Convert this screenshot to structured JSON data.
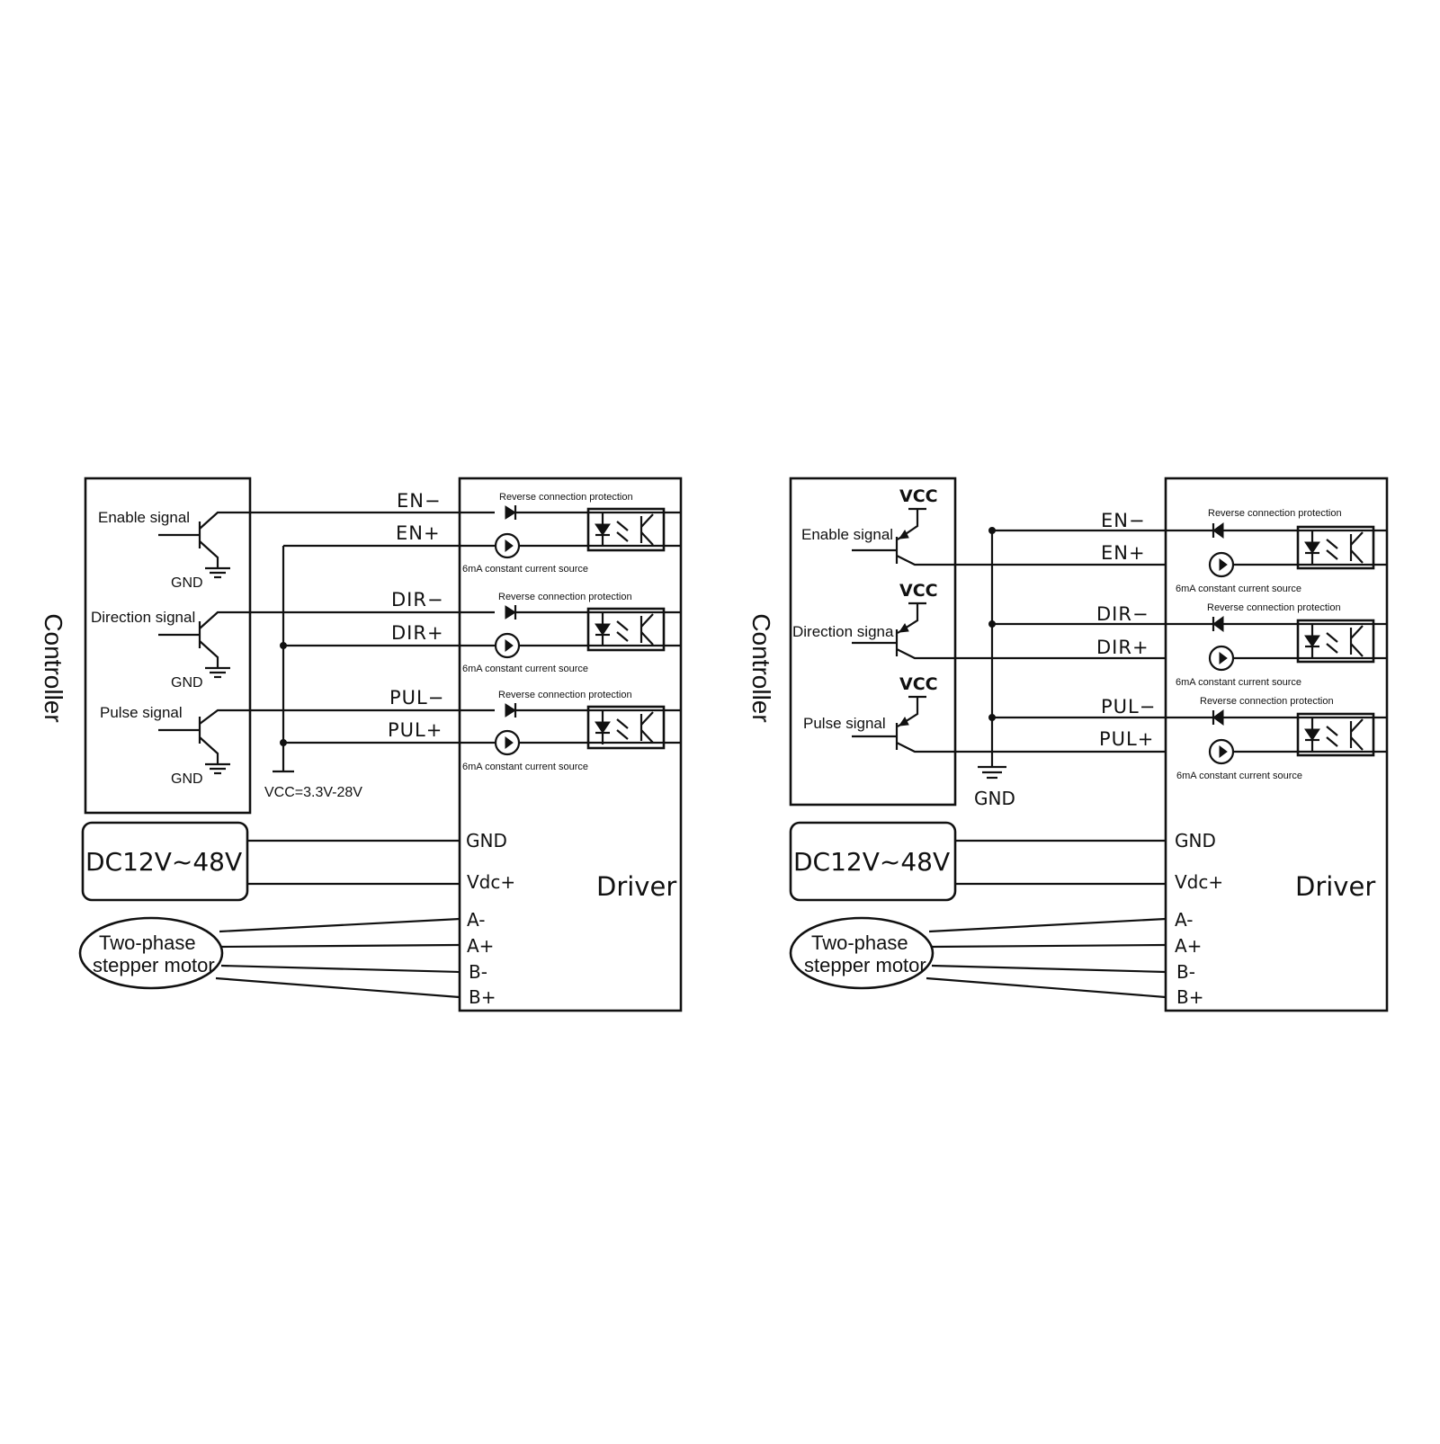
{
  "diagrams": [
    {
      "controller_label": "Controller",
      "signals": [
        {
          "name": "Enable signal",
          "minus": "EN−",
          "plus": "EN+",
          "gnd": "GND",
          "reverse": "Reverse connection protection",
          "current": "6mA constant current source"
        },
        {
          "name": "Direction signal",
          "minus": "DIR−",
          "plus": "DIR+",
          "gnd": "GND",
          "reverse": "Reverse connection protection",
          "current": "6mA constant current source"
        },
        {
          "name": "Pulse signal",
          "minus": "PUL−",
          "plus": "PUL+",
          "gnd": "GND",
          "reverse": "Reverse connection protection",
          "current": "6mA constant current source"
        }
      ],
      "supply_label": "VCC=3.3V-28V",
      "power": "DC12V~48V",
      "power_terminals": [
        "GND",
        "Vdc+"
      ],
      "driver_label": "Driver",
      "motor": [
        "Two-phase",
        "stepper motor"
      ],
      "motor_terminals": [
        "A-",
        "A+",
        "B-",
        "B+"
      ]
    },
    {
      "controller_label": "Controller",
      "signals": [
        {
          "name": "Enable signal",
          "vcc": "VCC",
          "minus": "EN−",
          "plus": "EN+",
          "reverse": "Reverse connection protection",
          "current": "6mA constant current source"
        },
        {
          "name": "Direction signa",
          "vcc": "VCC",
          "minus": "DIR−",
          "plus": "DIR+",
          "reverse": "Reverse connection protection",
          "current": "6mA constant current source"
        },
        {
          "name": "Pulse signal",
          "vcc": "VCC",
          "minus": "PUL−",
          "plus": "PUL+",
          "reverse": "Reverse connection protection",
          "current": "6mA constant current source"
        }
      ],
      "ground_label": "GND",
      "power": "DC12V~48V",
      "power_terminals": [
        "GND",
        "Vdc+"
      ],
      "driver_label": "Driver",
      "motor": [
        "Two-phase",
        "stepper motor"
      ],
      "motor_terminals": [
        "A-",
        "A+",
        "B-",
        "B+"
      ]
    }
  ]
}
